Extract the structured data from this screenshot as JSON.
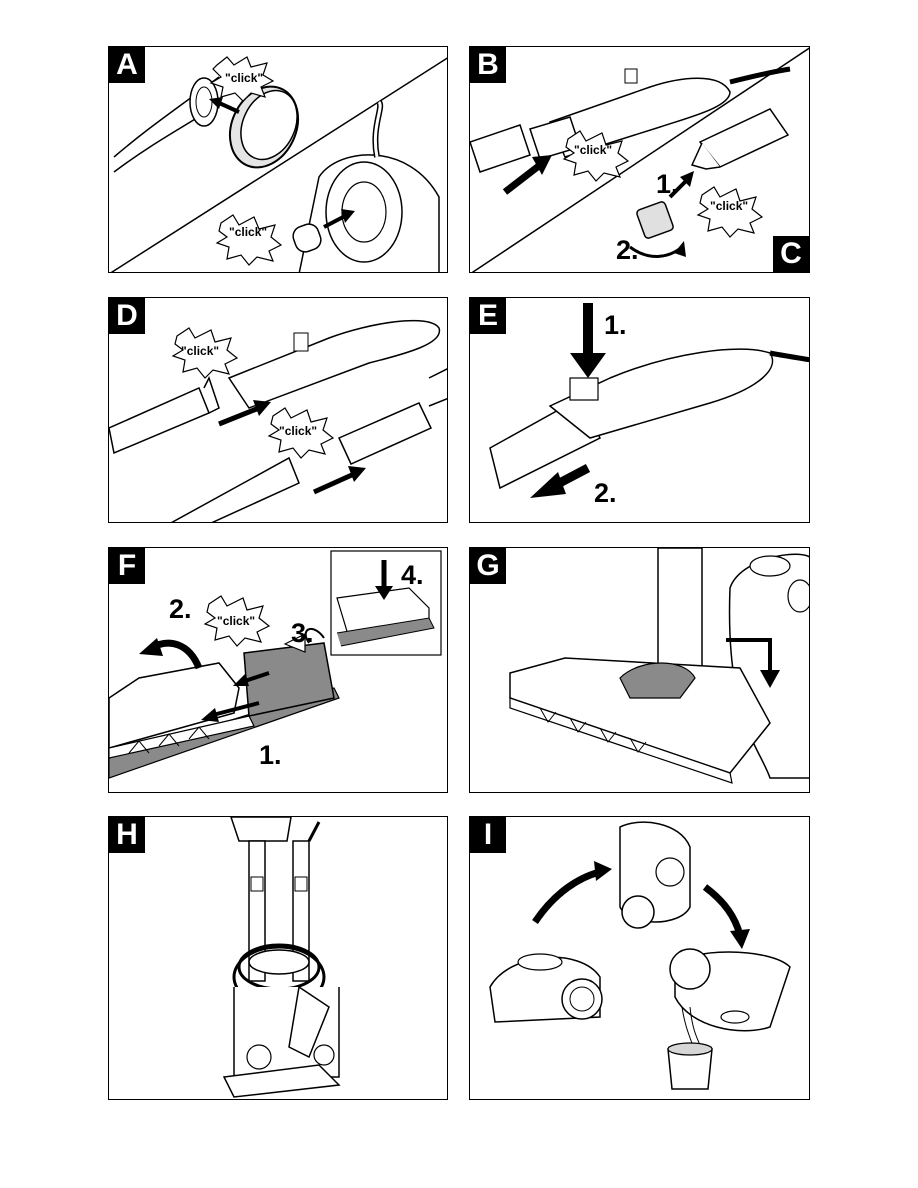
{
  "panels": {
    "A": {
      "letter": "A",
      "click": "\"click\"",
      "click2": "\"click\""
    },
    "B": {
      "letter": "B",
      "click": "\"click\""
    },
    "C": {
      "letter": "C",
      "click": "\"click\"",
      "step1": "1.",
      "step2": "2."
    },
    "D": {
      "letter": "D",
      "click": "\"click\"",
      "click2": "\"click\""
    },
    "E": {
      "letter": "E",
      "step1": "1.",
      "step2": "2."
    },
    "F": {
      "letter": "F",
      "click": "\"click\"",
      "step1": "1.",
      "step2": "2.",
      "step3": "3.",
      "step4": "4."
    },
    "G": {
      "letter": "G"
    },
    "H": {
      "letter": "H"
    },
    "I": {
      "letter": "I"
    }
  },
  "colors": {
    "ink": "#000000",
    "grey": "#8a8a8a",
    "light": "#d6d6d6"
  }
}
